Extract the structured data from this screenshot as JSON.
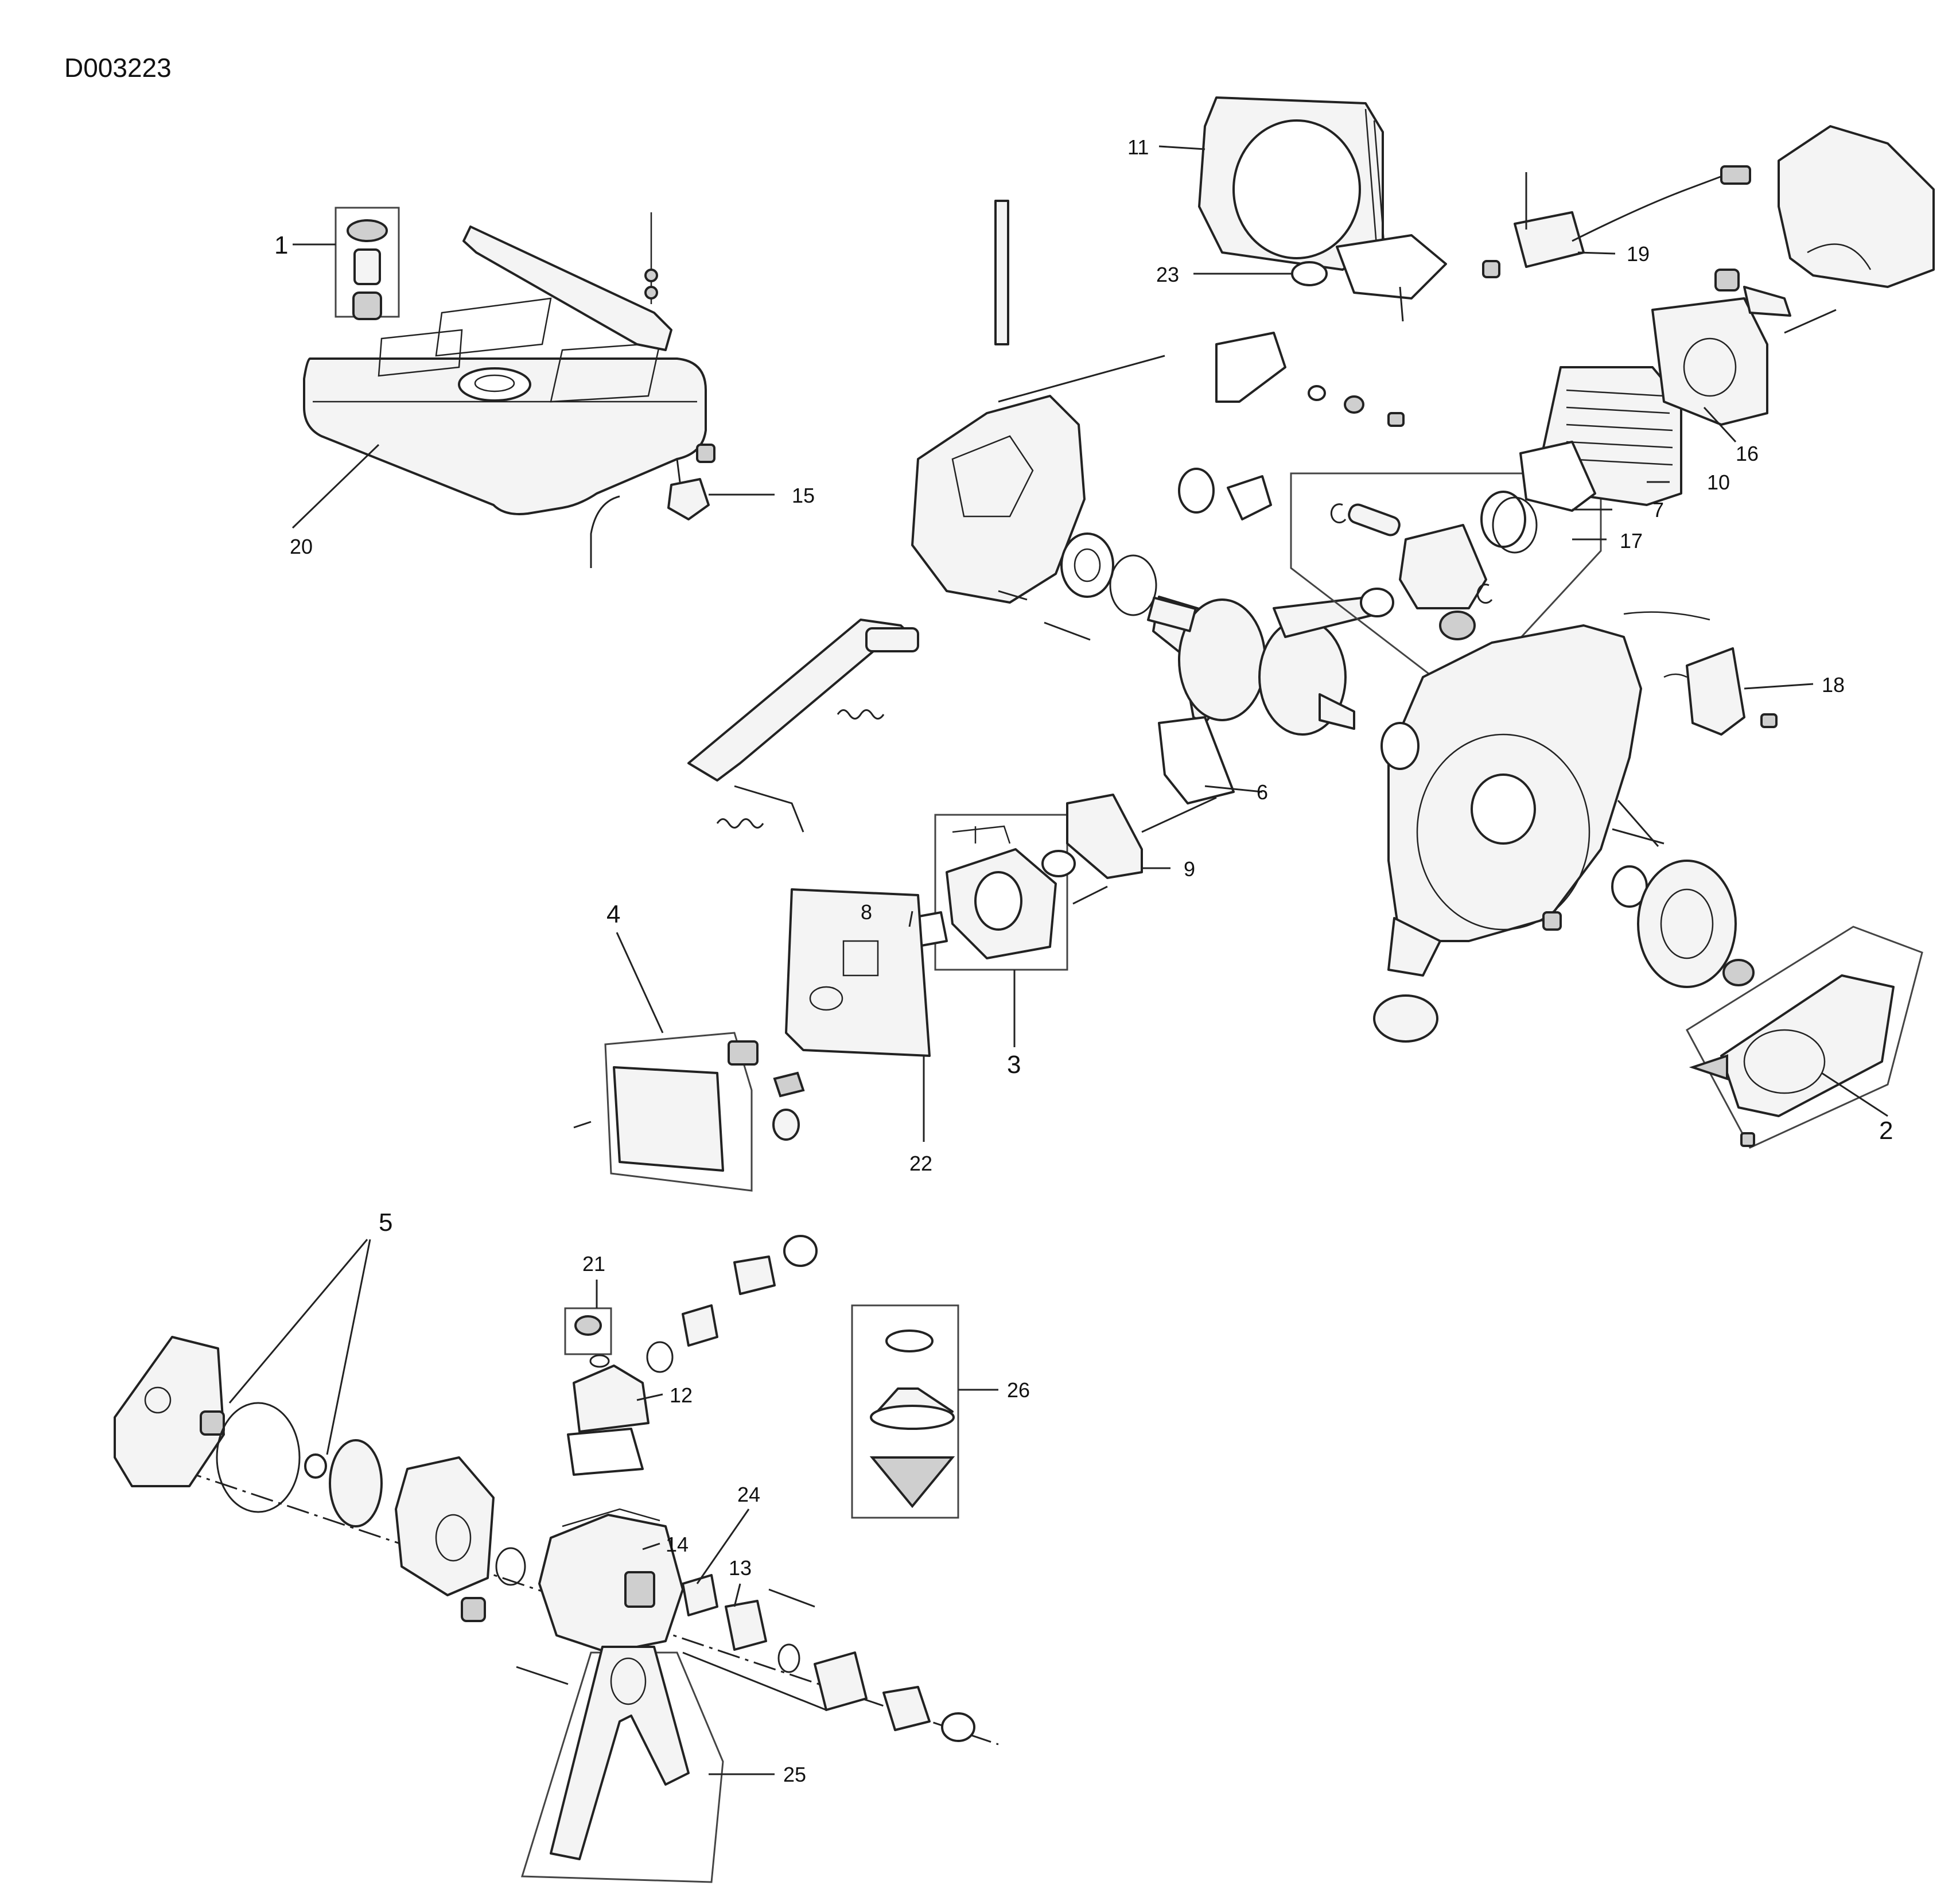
{
  "diagram": {
    "document_id": "D003223",
    "callouts": [
      {
        "id": "1",
        "text": "1"
      },
      {
        "id": "2",
        "text": "2"
      },
      {
        "id": "3",
        "text": "3"
      },
      {
        "id": "4",
        "text": "4"
      },
      {
        "id": "5",
        "text": "5"
      },
      {
        "id": "6",
        "text": "6"
      },
      {
        "id": "7",
        "text": "7"
      },
      {
        "id": "8",
        "text": "8"
      },
      {
        "id": "9",
        "text": "9"
      },
      {
        "id": "10",
        "text": "10"
      },
      {
        "id": "11",
        "text": "11"
      },
      {
        "id": "12",
        "text": "12"
      },
      {
        "id": "13",
        "text": "13"
      },
      {
        "id": "14",
        "text": "14"
      },
      {
        "id": "15",
        "text": "15"
      },
      {
        "id": "16",
        "text": "16"
      },
      {
        "id": "17",
        "text": "17"
      },
      {
        "id": "18",
        "text": "18"
      },
      {
        "id": "19",
        "text": "19"
      },
      {
        "id": "20",
        "text": "20"
      },
      {
        "id": "21",
        "text": "21"
      },
      {
        "id": "22",
        "text": "22"
      },
      {
        "id": "23",
        "text": "23"
      },
      {
        "id": "24",
        "text": "24"
      },
      {
        "id": "25",
        "text": "25"
      },
      {
        "id": "26",
        "text": "26"
      }
    ],
    "colors": {
      "line": "#222222",
      "background": "#ffffff",
      "fill": "#f4f4f4"
    }
  }
}
